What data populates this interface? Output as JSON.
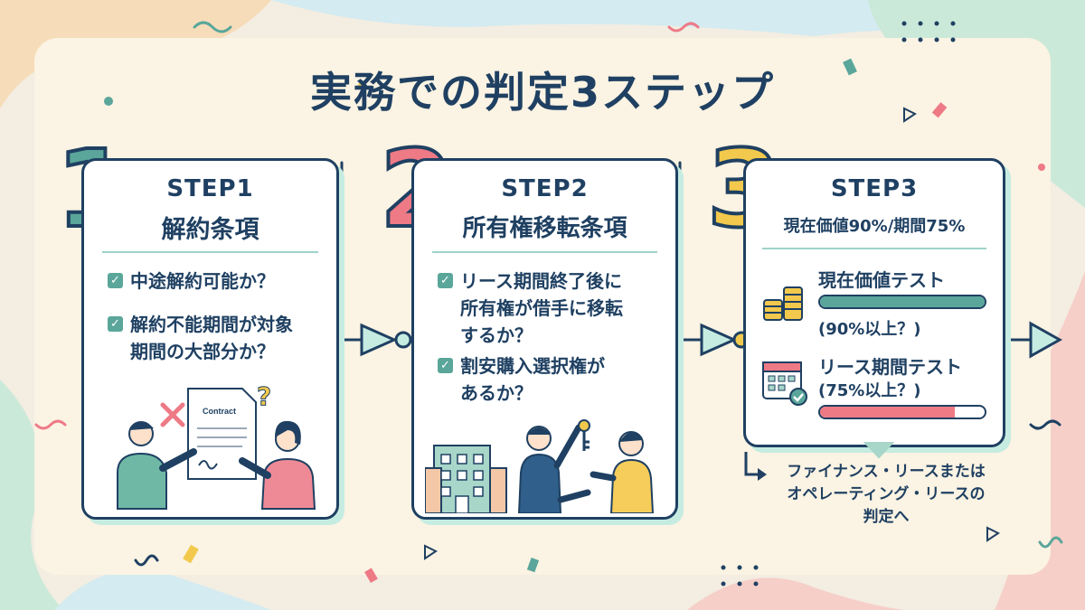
{
  "title": "実務での判定3ステップ",
  "colors": {
    "navy": "#1f4062",
    "teal": "#5aa69a",
    "coral": "#ee7a86",
    "yellow": "#f2c94c",
    "mint": "#c6ece2"
  },
  "steps": [
    {
      "number": "1",
      "label": "STEP1",
      "heading": "解約条項",
      "number_color": "#5aa69a",
      "items": [
        "中途解約可能か？",
        "解約不能期間が対象\n期間の大部分か？"
      ],
      "illustration": {
        "document_text": "Contract"
      }
    },
    {
      "number": "2",
      "label": "STEP2",
      "heading": "所有権移転条項",
      "number_color": "#ee7a86",
      "items": [
        "リース期間終了後に\n所有権が借手に移転\nするか？",
        "割安購入選択権が\nあるか？"
      ]
    },
    {
      "number": "3",
      "label": "STEP3",
      "heading": "現在価値90%/期間75%",
      "number_color": "#f2c94c",
      "tests": [
        {
          "name": "現在価値テスト",
          "condition": "(90%以上？)",
          "fill": 1.0,
          "color": "#5aa69a",
          "icon": "coins-icon"
        },
        {
          "name": "リース期間テスト",
          "condition": "(75%以上？)",
          "fill": 0.82,
          "color": "#ee7a86",
          "icon": "calendar-check-icon"
        }
      ],
      "result": "ファイナンス・リースまたは\nオペレーティング・リースの\n判定へ"
    }
  ]
}
